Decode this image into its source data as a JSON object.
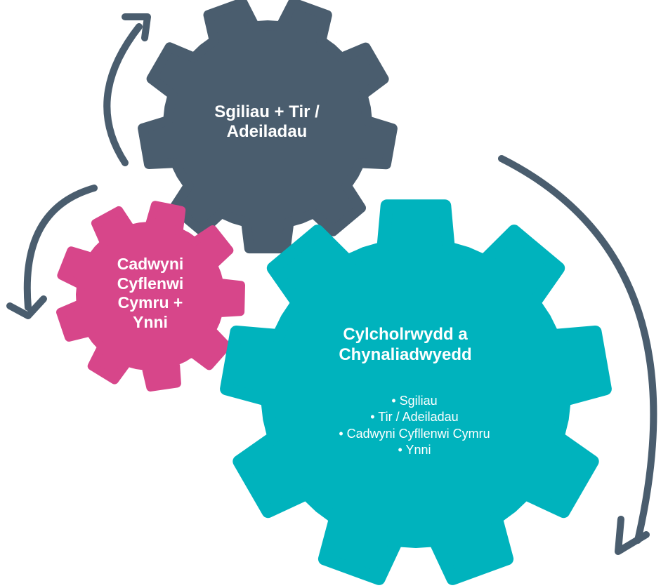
{
  "colors": {
    "dark_gear": "#4a5d6e",
    "pink_gear": "#d7468a",
    "teal_gear": "#00b3bd",
    "arrow": "#4a5d6e",
    "text": "#ffffff"
  },
  "gears": {
    "dark": {
      "title_line1": "Sgiliau + Tir /",
      "title_line2": "Adeiladau"
    },
    "pink": {
      "title_line1": "Cadwyni",
      "title_line2": "Cyflenwi",
      "title_line3": "Cymru +",
      "title_line4": "Ynni"
    },
    "teal": {
      "title_line1": "Cylcholrwydd a",
      "title_line2": "Chynaliadwyedd",
      "items": [
        "• Sgiliau",
        "• Tir / Adeiladau",
        "• Cadwyni Cyfllenwi Cymru",
        "• Ynni"
      ]
    }
  },
  "arrows": [
    {
      "name": "arrow-dark-up",
      "icon": "curved-arrow-icon"
    },
    {
      "name": "arrow-pink-down",
      "icon": "curved-arrow-icon"
    },
    {
      "name": "arrow-teal-down",
      "icon": "curved-arrow-icon"
    }
  ]
}
